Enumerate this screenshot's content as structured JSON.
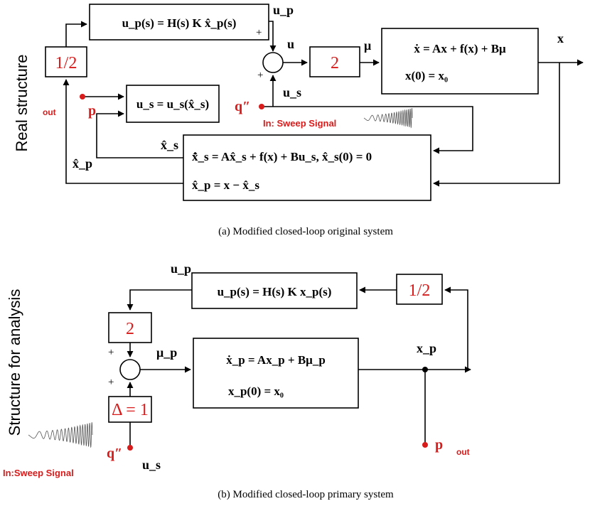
{
  "colors": {
    "line": "#000000",
    "red": "#d81b1b",
    "wave": "#555555"
  },
  "diagram_a": {
    "side_label": "Real structure",
    "caption": "(a)  Modified closed-loop original system",
    "gain_half": "1/2",
    "gain_two": "2",
    "controller_eq": "u_p(s) = H(s) K x̂_p(s)",
    "surrogate_eq": "u_s = u_s(x̂_s)",
    "plant_eq_1": "ẋ = Ax + f(x) + Bμ",
    "plant_eq_2": "x(0) = x₀",
    "observer_eq_1": "x̂̇_s = Ax̂_s + f(x) + Bu_s, x̂_s(0) = 0",
    "observer_eq_2": "x̂_p = x − x̂_s",
    "label_up": "u_p",
    "label_u": "u",
    "label_mu": "μ",
    "label_x": "x",
    "label_us": "u_s",
    "label_xs_hat": "x̂_s",
    "label_xp_hat": "x̂_p",
    "point_p": "p",
    "out": "out",
    "input_q": "q″",
    "input_text": "In: Sweep Signal"
  },
  "diagram_b": {
    "side_label": "Structure for analysis",
    "caption": "(b) Modified closed-loop primary system",
    "gain_half": "1/2",
    "gain_two": "2",
    "gain_delta": "Δ = 1",
    "controller_eq": "u_p(s) = H(s) K x_p(s)",
    "plant_eq_1": "ẋ_p = Ax_p + Bμ_p",
    "plant_eq_2": "x_p(0) = x₀",
    "label_up": "u_p",
    "label_mu": "μ_p",
    "label_xp": "x_p",
    "label_us": "u_s",
    "point_p": "p",
    "out": "out",
    "input_q": "q″",
    "input_text": "In:Sweep Signal"
  }
}
